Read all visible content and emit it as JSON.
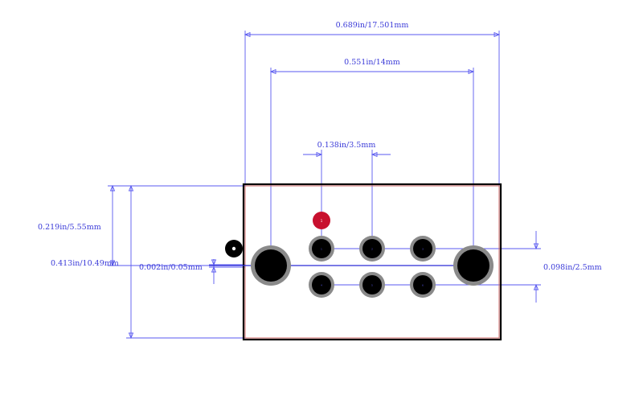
{
  "dimensions": {
    "overall_width": "0.689in/17.501mm",
    "mount_spacing": "0.551in/14mm",
    "pin_pitch": "0.138in/3.5mm",
    "pin1_offset": "0.219in/5.55mm",
    "overall_height": "0.413in/10.49mm",
    "mount_offset": "0.002in/0.05mm",
    "row_pitch": "0.098in/2.5mm"
  },
  "pins": {
    "pin1_mark": "1",
    "top_row": [
      "1",
      "2",
      "3"
    ],
    "bottom_row": [
      "4",
      "5",
      "6"
    ]
  },
  "colors": {
    "dimension": "#5a5af0",
    "outline": "#000000",
    "pad_ring": "#8a8a8a",
    "pin1_pad": "#c8102e"
  }
}
